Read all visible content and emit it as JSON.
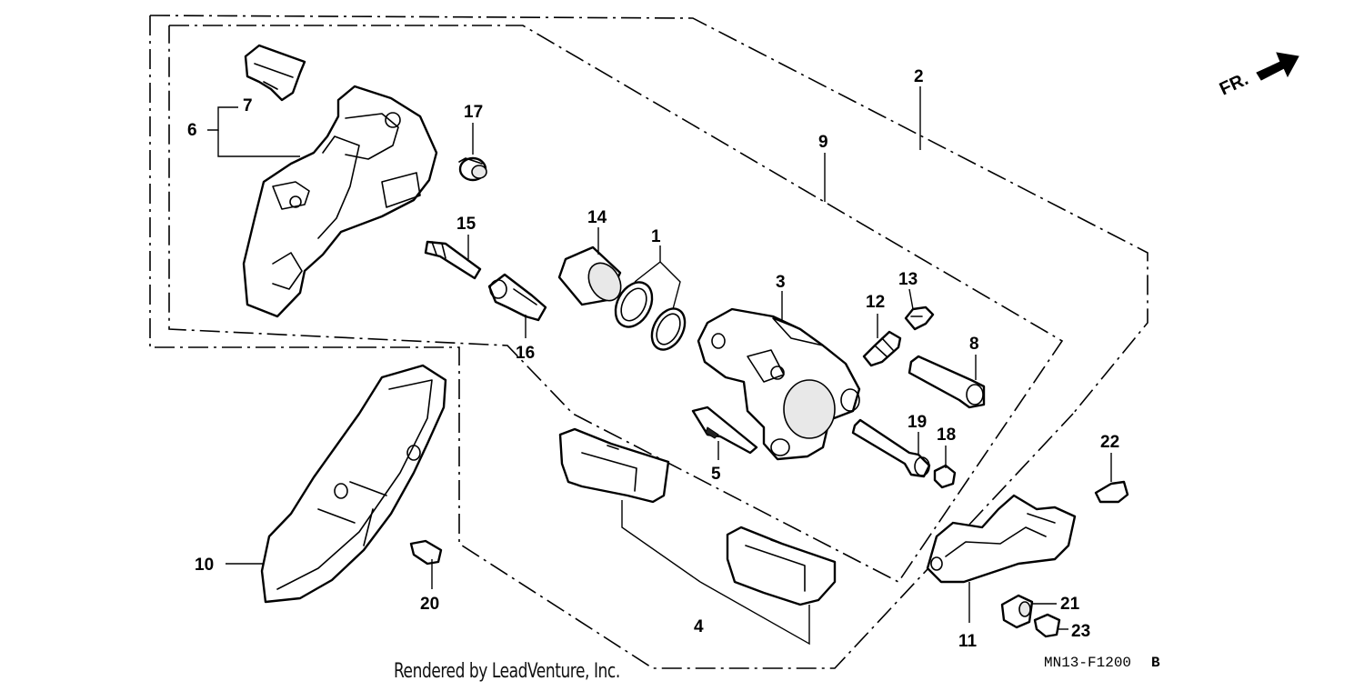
{
  "diagram": {
    "callouts": [
      "1",
      "2",
      "3",
      "4",
      "5",
      "6",
      "7",
      "8",
      "9",
      "10",
      "11",
      "12",
      "13",
      "14",
      "15",
      "16",
      "17",
      "18",
      "19",
      "20",
      "21",
      "22",
      "23"
    ],
    "direction_label": "FR.",
    "diagram_code": "MN13-F1200",
    "diagram_code_suffix": "B",
    "credit": "Rendered by LeadVenture, Inc."
  }
}
